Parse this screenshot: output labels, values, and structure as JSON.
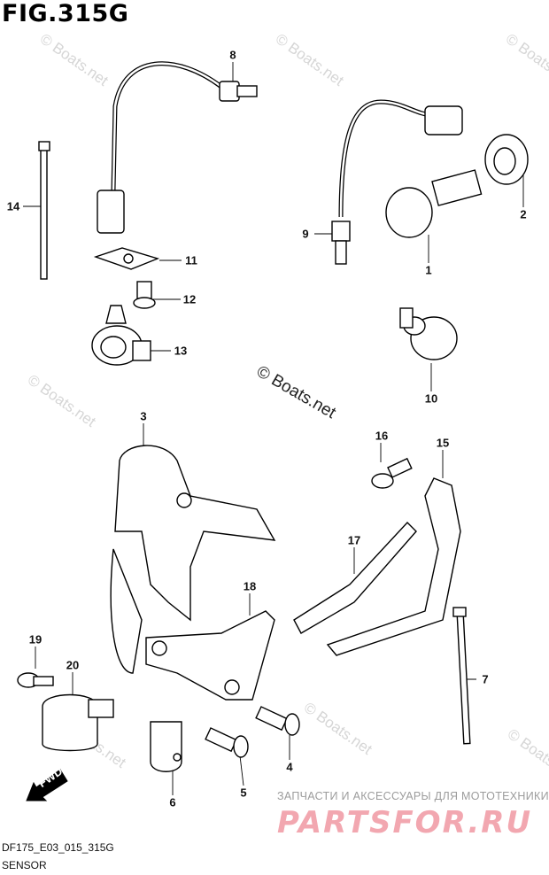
{
  "figure": {
    "title": "FIG.315G",
    "code": "DF175_E03_015_315G",
    "caption": "SENSOR"
  },
  "watermarks": {
    "text": "© Boats.net",
    "center_text": "© Boats.net"
  },
  "fwd_arrow": {
    "label": "FWD"
  },
  "advert": {
    "line": "ЗАПЧАСТИ И АКСЕССУАРЫ ДЛЯ МОТОТЕХНИКИ",
    "logo": "PARTSFOR.RU"
  },
  "callouts": [
    "1",
    "2",
    "3",
    "4",
    "5",
    "6",
    "7",
    "8",
    "9",
    "10",
    "11",
    "12",
    "13",
    "14",
    "15",
    "16",
    "17",
    "18",
    "19",
    "20"
  ]
}
